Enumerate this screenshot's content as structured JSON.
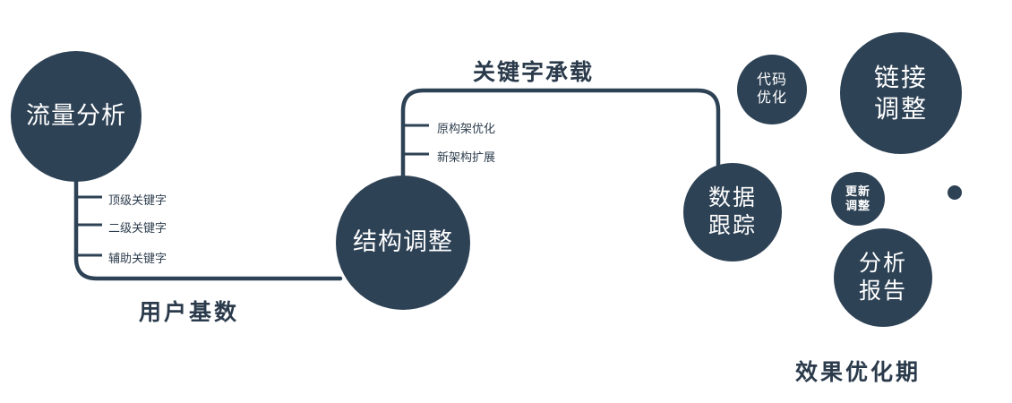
{
  "diagram": {
    "theme_color": "#2e4255",
    "nodes": {
      "traffic_analysis": {
        "label": "流量分析"
      },
      "structure_adjustment": {
        "label": "结构调整"
      },
      "data_tracking": {
        "line1": "数据",
        "line2": "跟踪"
      },
      "code_optimization": {
        "line1": "代码",
        "line2": "优化"
      },
      "link_adjustment": {
        "line1": "链接",
        "line2": "调整"
      },
      "update_adjustment": {
        "line1": "更新",
        "line2": "调整"
      },
      "analysis_report": {
        "line1": "分析",
        "line2": "报告"
      }
    },
    "labels": {
      "keyword_carrying": "关键字承载",
      "user_base": "用户基数",
      "effect_optimization_period": "效果优化期"
    },
    "left_branch_ticks": [
      "顶级关键字",
      "二级关键字",
      "辅助关键字"
    ],
    "middle_branch_ticks": [
      "原构架优化",
      "新架构扩展"
    ]
  }
}
